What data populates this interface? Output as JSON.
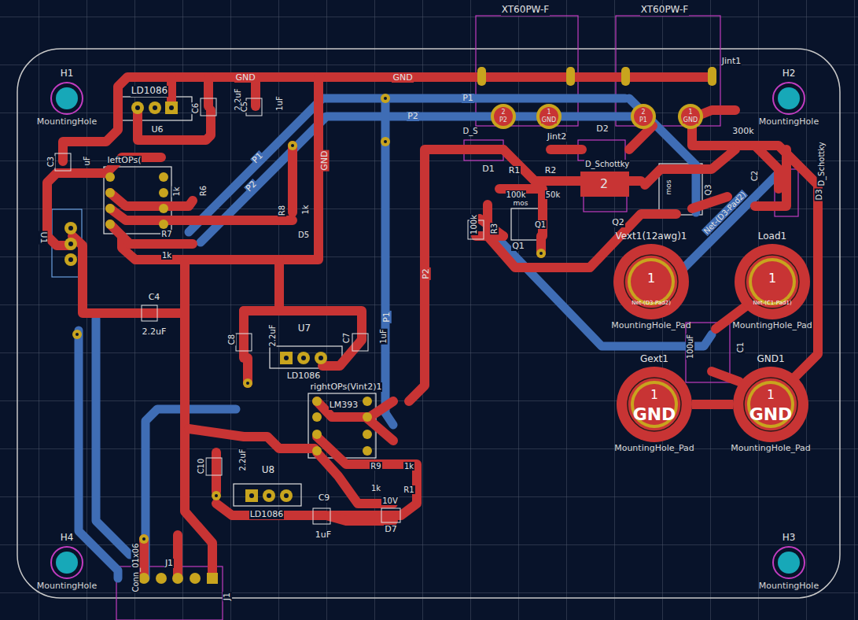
{
  "diagram": {
    "nodes": [
      {
        "text": [
          "H1",
          "MountingHole"
        ]
      },
      {
        "text": [
          "H2",
          "MountingHole"
        ]
      },
      {
        "text": [
          "Vext1(12awg)1",
          "1",
          "Net-(D3-Pad2)",
          "MountingHole_Pad"
        ]
      },
      {
        "text": [
          "Load1",
          "1",
          "Net-(C1-Pad1)",
          "MountingHole_Pad"
        ]
      },
      {
        "text": [
          "Gext1",
          "1",
          "GND",
          "MountingHole_Pad"
        ]
      },
      {
        "text": [
          "GND1",
          "1",
          "GND",
          "MountingHole_Pad"
        ]
      },
      {
        "text": [
          "H4",
          "MountingHole"
        ]
      },
      {
        "text": [
          "H3",
          "MountingHole"
        ]
      }
    ],
    "edges": [
      {
        "from": 4,
        "to": 5,
        "arrow": "none"
      }
    ],
    "labels": [
      "XT60PW-F",
      "XT60PW-F",
      "Jint1",
      "2",
      "P2",
      "1",
      "GND",
      "2",
      "P1",
      "1",
      "GND",
      "Jint2",
      "GND",
      "GND",
      "GND",
      "P1",
      "P2",
      "P1",
      "P2",
      "P1",
      "P2",
      "Net-(D3-Pad2)",
      "LD1086",
      "U6",
      "C6",
      "2.2uF",
      "C5",
      "1uF",
      "C3",
      "uF",
      "leftOPs(",
      "R6",
      "1k",
      "R8",
      "1k",
      "R7",
      "1k",
      "D5",
      "U1",
      "C4",
      "2.2uF",
      "C8",
      "2.2uF",
      "U7",
      "LD1086",
      "C7",
      "1uF",
      "rightOPs(Vint2)1",
      "LM393",
      "R9",
      "1k",
      "1k",
      "R1",
      "10V",
      "D7",
      "C9",
      "1uF",
      "C10",
      "2.2uF",
      "U8",
      "LD1086",
      "Conn_01x06",
      "J1",
      "J1",
      "D_S",
      "D1",
      "R1",
      "100k",
      "R2",
      "50k",
      "mos",
      "Q1",
      "100k",
      "R3",
      "Q1",
      "D2",
      "D_Schottky",
      "2",
      "Q2",
      "mos",
      "Q3",
      "300k",
      "C2",
      "D_Schottky",
      "D3",
      "C1",
      "100uF"
    ]
  }
}
